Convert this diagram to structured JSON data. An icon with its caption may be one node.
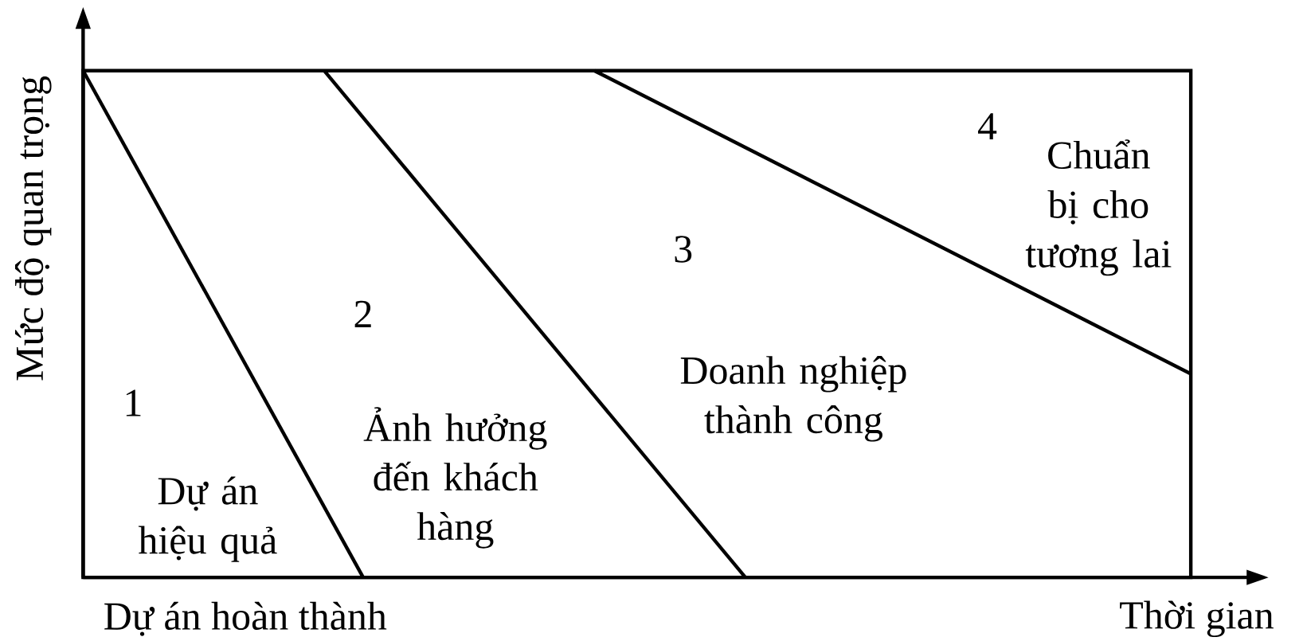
{
  "diagram": {
    "labels": [
      "Mức độ quan trọng",
      "4",
      "Chuẩn bị cho tương lai",
      "3",
      "2",
      "Doanh nghiệp thành công",
      "1",
      "Ảnh hưởng đến khách hàng",
      "Dự án hiệu quả",
      "Dự án hoàn thành",
      "Thời gian"
    ]
  }
}
